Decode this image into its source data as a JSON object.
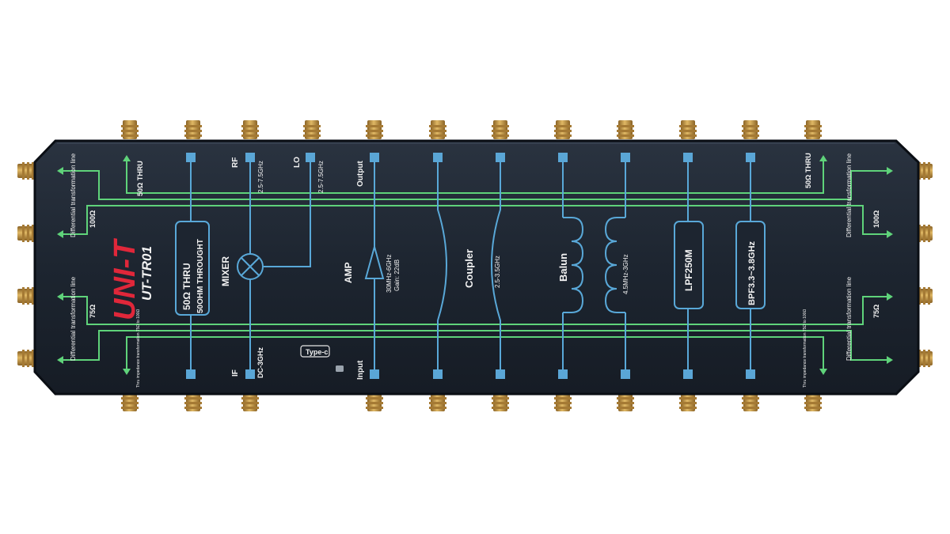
{
  "colors": {
    "board": "#1f2937",
    "board_edge": "#0d1117",
    "green_line": "#5fd37a",
    "blue_line": "#59a8d8",
    "brass": "#c89b4a",
    "logo_red": "#e0273a",
    "text": "#f2f2f2"
  },
  "brand": {
    "logo": "UNI-T",
    "model": "UT-TR01"
  },
  "left_labels": {
    "thru_50": "50Ω THRU",
    "diff_line_1": "Differential transformation line",
    "ohm_100": "100Ω",
    "diff_line_2": "Differential transformation line",
    "ohm_75": "75Ω",
    "thru_note": "Thru impedance transformation 75Ω to 100Ω"
  },
  "right_labels": {
    "thru_50": "50Ω THRU",
    "diff_line_1": "Differential transformation line",
    "ohm_100": "100Ω",
    "diff_line_2": "Differential transformation line",
    "ohm_75": "75Ω",
    "thru_note": "Thru impedance transformation 75Ω to 100Ω"
  },
  "thru_block": {
    "line1": "50Ω THRU",
    "line2": "50OHM THROUGHT"
  },
  "mixer": {
    "title": "MIXER",
    "rf_label": "RF",
    "rf_freq": "2.5-7.5GHz",
    "lo_label": "LO",
    "lo_freq": "2.5-7.5GHz",
    "if_label": "IF",
    "if_freq": "DC-3GHz"
  },
  "amp": {
    "title": "AMP",
    "freq": "30MHz-6GHz",
    "gain": "Gain: 22dB",
    "output_label": "Output",
    "input_label": "Input"
  },
  "usb_label": "Type-c",
  "coupler": {
    "title": "Coupler",
    "freq": "2.5-3.5GHz"
  },
  "balun": {
    "title": "Balun",
    "freq": "4.5MHz-3GHz"
  },
  "lpf": {
    "title": "LPF250M"
  },
  "bpf": {
    "title": "BPF3.3~3.8GHz"
  }
}
